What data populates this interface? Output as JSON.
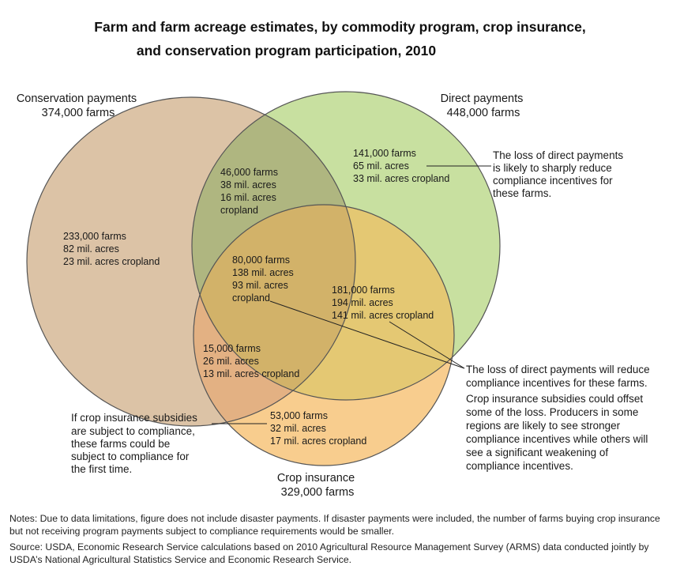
{
  "title": {
    "line1": "Farm and farm acreage estimates, by commodity program, crop insurance,",
    "line2": "and conservation program  participation, 2010"
  },
  "circles": {
    "conservation": {
      "name": "Conservation payments",
      "farms": "374,000 farms",
      "color": "#dcc3a6"
    },
    "direct": {
      "name": "Direct payments",
      "farms": "448,000 farms",
      "color": "#c8e0a0"
    },
    "crop": {
      "name": "Crop insurance",
      "farms": "329,000 farms",
      "color": "#f8cd8e"
    }
  },
  "regions": {
    "conservation_only": [
      "233,000 farms",
      "82 mil. acres",
      "23 mil. acres cropland"
    ],
    "direct_only": [
      "141,000 farms",
      "65 mil. acres",
      "33 mil. acres cropland"
    ],
    "conservation_direct": [
      "46,000 farms",
      "38 mil. acres",
      "16 mil. acres",
      "cropland"
    ],
    "all_three": [
      "80,000 farms",
      "138 mil. acres",
      "93 mil. acres",
      "cropland"
    ],
    "direct_crop": [
      "181,000 farms",
      "194 mil. acres",
      "141 mil. acres cropland"
    ],
    "conservation_crop": [
      "15,000 farms",
      "26 mil. acres",
      "13 mil. acres cropland"
    ],
    "crop_only": [
      "53,000 farms",
      "32 mil. acres",
      "17 mil. acres cropland"
    ]
  },
  "annotations": {
    "direct_only": [
      "The loss of direct payments",
      "is likely to sharply reduce",
      "compliance incentives for",
      "these farms."
    ],
    "shared": [
      "The loss of direct payments will reduce",
      "compliance incentives for these farms.",
      "Crop insurance subsidies could offset",
      "some of the loss. Producers in some",
      "regions are likely to see stronger",
      "compliance incentives while others will",
      "see a significant weakening of",
      "compliance incentives."
    ],
    "crop_only": [
      "If crop insurance subsidies",
      "are subject to compliance,",
      "these farms could be",
      "subject to compliance for",
      "the first time."
    ]
  },
  "notes": "Notes: Due to data limitations, figure does not include disaster payments.  If disaster payments were included, the number of farms buying crop insurance but not receiving program payments subject to compliance requirements would be smaller.",
  "source": "Source: USDA, Economic Research Service calculations based on 2010 Agricultural Resource Management Survey (ARMS) data conducted jointly by USDA’s National Agricultural Statistics Service and Economic Research Service."
}
